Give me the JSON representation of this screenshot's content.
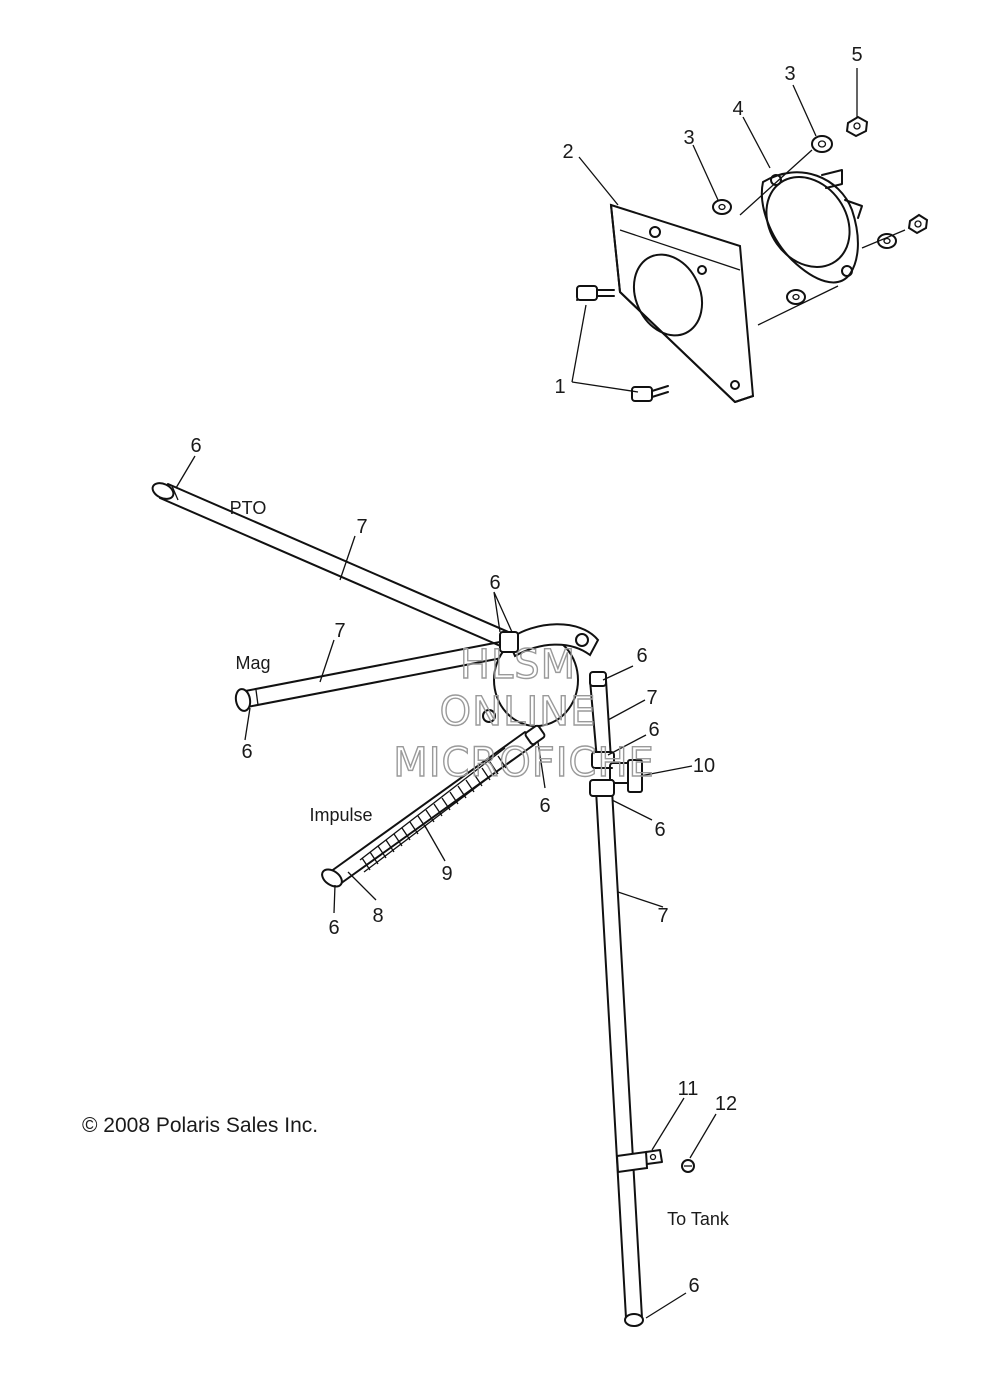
{
  "callouts": {
    "c1": "1",
    "c2": "2",
    "c3a": "3",
    "c3b": "3",
    "c4": "4",
    "c5": "5",
    "c6_pto": "6",
    "c6_junction": "6",
    "c6_mag": "6",
    "c6_right_top": "6",
    "c6_mid": "6",
    "c6_impulse_end": "6",
    "c6_pulse_fit": "6",
    "c6_tee_low": "6",
    "c6_bottom": "6",
    "c7_pto": "7",
    "c7_mag": "7",
    "c7_upper": "7",
    "c7_lower": "7",
    "c8": "8",
    "c9": "9",
    "c10": "10",
    "c11": "11",
    "c12": "12"
  },
  "labels": {
    "pto": "PTO",
    "mag": "Mag",
    "impulse": "Impulse",
    "to_tank": "To Tank"
  },
  "copyright": "© 2008 Polaris Sales Inc.",
  "watermark": {
    "line1": "HLSM",
    "line2": "ONLINE",
    "line3": "MICROFICHE"
  }
}
